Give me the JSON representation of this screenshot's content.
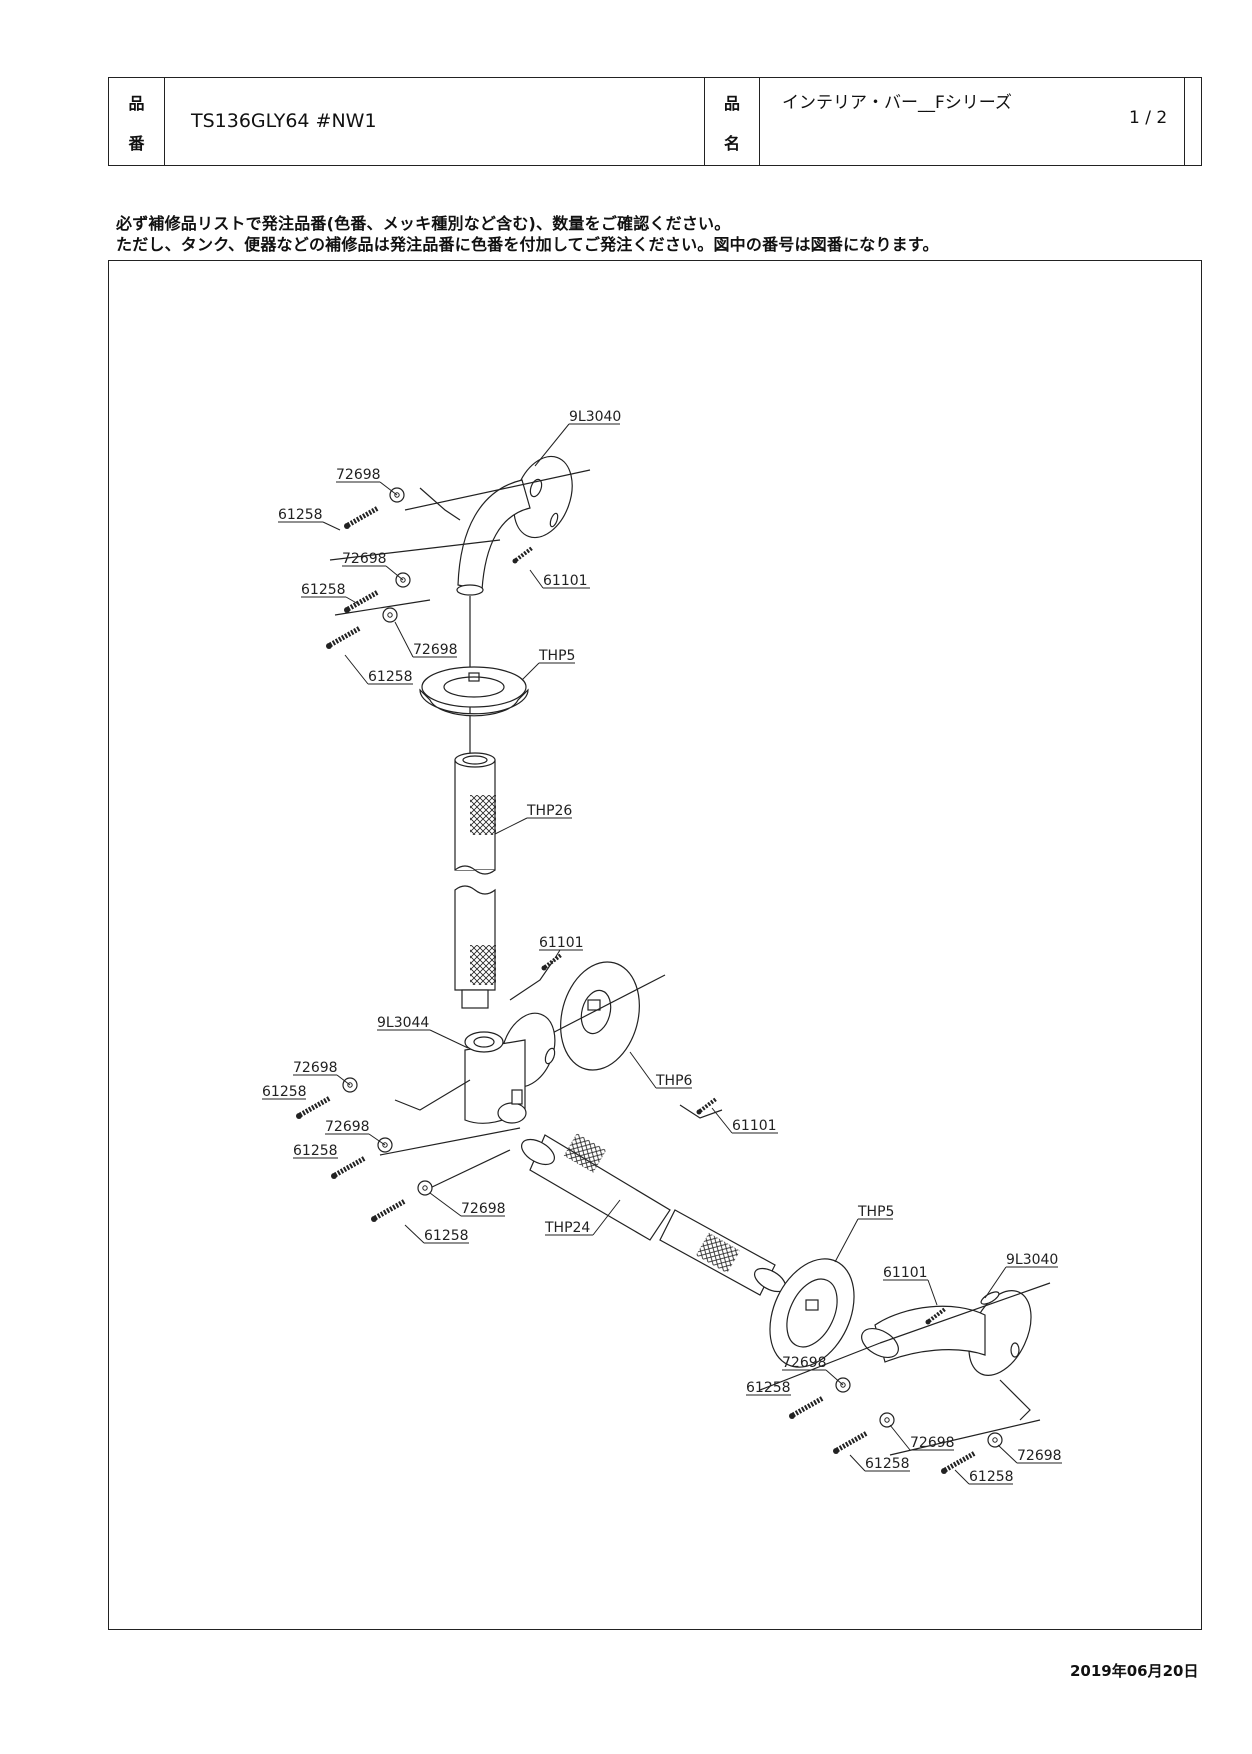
{
  "header": {
    "part_no_label_1": "品",
    "part_no_label_2": "番",
    "part_no": "TS136GLY64 #NW1",
    "name_label_1": "品",
    "name_label_2": "名",
    "product_name": "インテリア・バー__Fシリーズ",
    "page": "1 / 2"
  },
  "notes": {
    "line1": "必ず補修品リストで発注品番(色番、メッキ種別など含む)、数量をご確認ください。",
    "line2": "ただし、タンク、便器などの補修品は発注品番に色番を付加してご発注ください。図中の番号は図番になります。"
  },
  "labels": {
    "top_flange": "9L3040",
    "washer": "72698",
    "screw": "61258",
    "set_screw": "61101",
    "cover": "THP5",
    "vertical_bar": "THP26",
    "tee_joint": "9L3044",
    "cover_large": "THP6",
    "horizontal_bar": "THP24",
    "end_flange": "9L3040"
  },
  "date": "2019年06月20日"
}
